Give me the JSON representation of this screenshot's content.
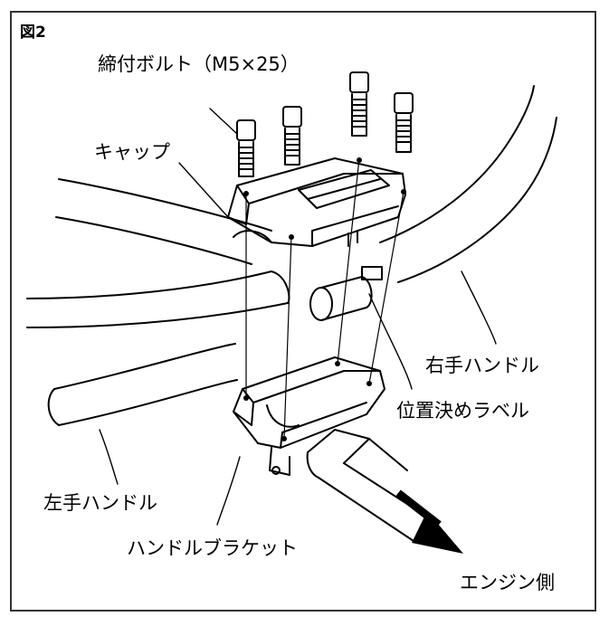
{
  "figure": {
    "number": "図2",
    "labels": {
      "bolts": "締付ボルト（M5×25）",
      "cap": "キャップ",
      "right_handle": "右手ハンドル",
      "positioning_label": "位置決めラベル",
      "left_handle": "左手ハンドル",
      "bracket": "ハンドルブラケット",
      "engine_side": "エンジン側"
    }
  }
}
